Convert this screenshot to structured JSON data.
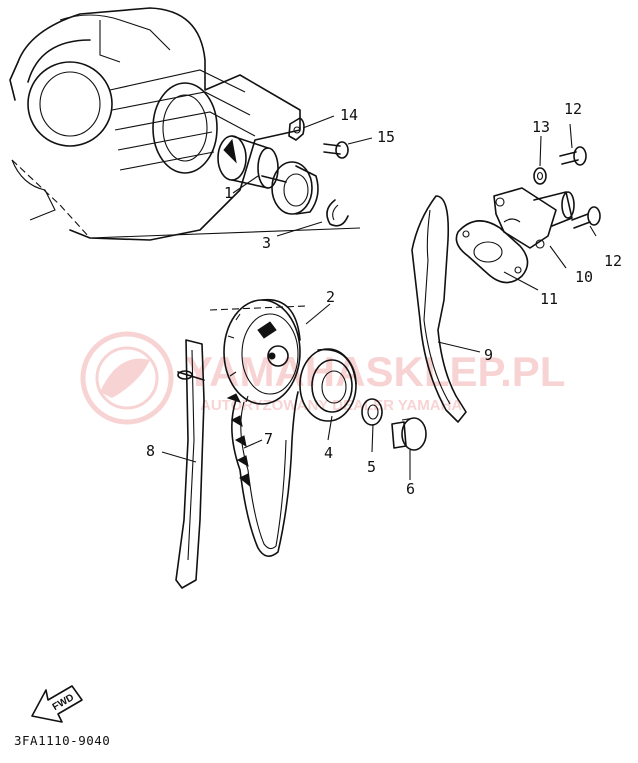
{
  "diagram_code": "3FA1110-9040",
  "direction_label": "FWD",
  "watermark": {
    "brand": "YAMAHASKLEP.PL",
    "tagline": "AUTORYZOWANY DEALER YAMAHA",
    "color": "#e23a3a"
  },
  "callouts": [
    {
      "id": "1",
      "text": "1"
    },
    {
      "id": "2",
      "text": "2"
    },
    {
      "id": "3",
      "text": "3"
    },
    {
      "id": "4",
      "text": "4"
    },
    {
      "id": "5",
      "text": "5"
    },
    {
      "id": "6",
      "text": "6"
    },
    {
      "id": "7",
      "text": "7"
    },
    {
      "id": "8",
      "text": "8"
    },
    {
      "id": "9",
      "text": "9"
    },
    {
      "id": "10",
      "text": "10"
    },
    {
      "id": "11",
      "text": "11"
    },
    {
      "id": "12a",
      "text": "12"
    },
    {
      "id": "12b",
      "text": "12"
    },
    {
      "id": "13",
      "text": "13"
    },
    {
      "id": "14",
      "text": "14"
    },
    {
      "id": "15",
      "text": "15"
    }
  ]
}
